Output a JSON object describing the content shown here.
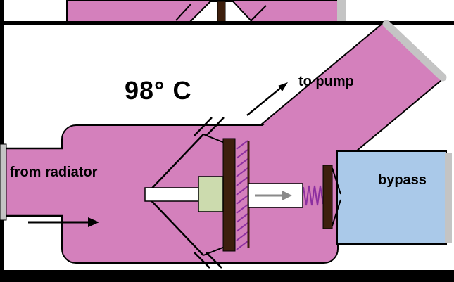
{
  "diagram": {
    "title": "thermostat-open-state",
    "temperature": "98° C",
    "labels": {
      "to_pump": "to pump",
      "from_radiator": "from radiator",
      "bypass": "bypass"
    },
    "colors": {
      "housing": "#d480bc",
      "bypass_pipe": "#aac9e9",
      "wax_element": "#ccdbae",
      "valve_disc": "#3d1f0d",
      "spring": "#8c2fa0",
      "metal_cap": "#c4c4c4",
      "rod": "#ffffff",
      "flow_arrow": "#8a8a8a",
      "outline": "#000000",
      "mask_bar": "#000000",
      "background": "#ffffff"
    }
  }
}
